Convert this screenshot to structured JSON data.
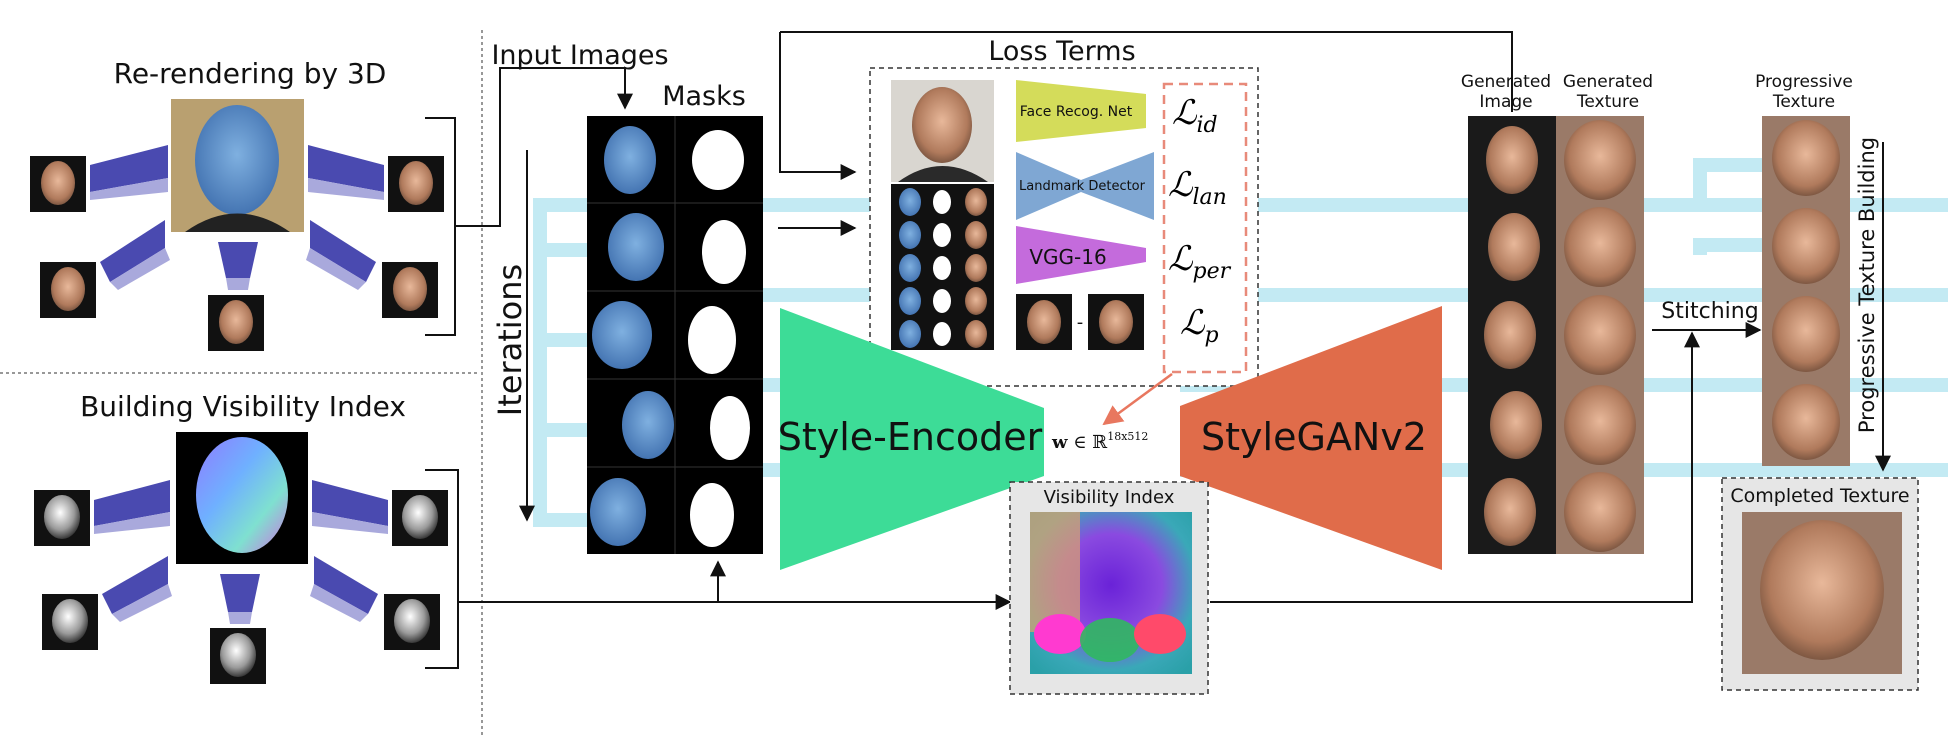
{
  "sections": {
    "rerender_title": "Re-rendering by 3D",
    "visibility_title": "Building Visibility Index",
    "input_images": "Input Images",
    "masks": "Masks",
    "iterations": "Iterations",
    "loss_terms": "Loss Terms"
  },
  "loss_networks": {
    "face_recog": "Face Recog. Net",
    "landmark": "Landmark Detector",
    "vgg": "VGG-16",
    "minus": "-"
  },
  "loss_symbols": {
    "script_L": "ℒ",
    "id": "id",
    "lan": "lan",
    "per": "per",
    "p": "p"
  },
  "encoder": {
    "label": "Style-Encoder",
    "latent_bold": "w",
    "latent_in": " ∈ ℝ",
    "latent_sup": "18x512"
  },
  "generator": {
    "label": "StyleGANv2"
  },
  "visibility_index": {
    "label": "Visibility Index"
  },
  "outputs": {
    "generated_image_1": "Generated",
    "generated_image_2": "Image",
    "generated_texture_1": "Generated",
    "generated_texture_2": "Texture",
    "progressive_1": "Progressive",
    "progressive_2": "Texture",
    "stitching": "Stitching",
    "progressive_building": "Progressive Texture Building",
    "completed_texture": "Completed Texture"
  },
  "colors": {
    "encoder": "#3ddc97",
    "generator": "#e06c4a",
    "face_recog": "#d4dc5a",
    "landmark": "#7fa7d3",
    "vgg": "#c46bdc",
    "flow": "#bfe8f2",
    "dashed_red": "#e88a7a",
    "frustum": "#4a4ab0"
  }
}
